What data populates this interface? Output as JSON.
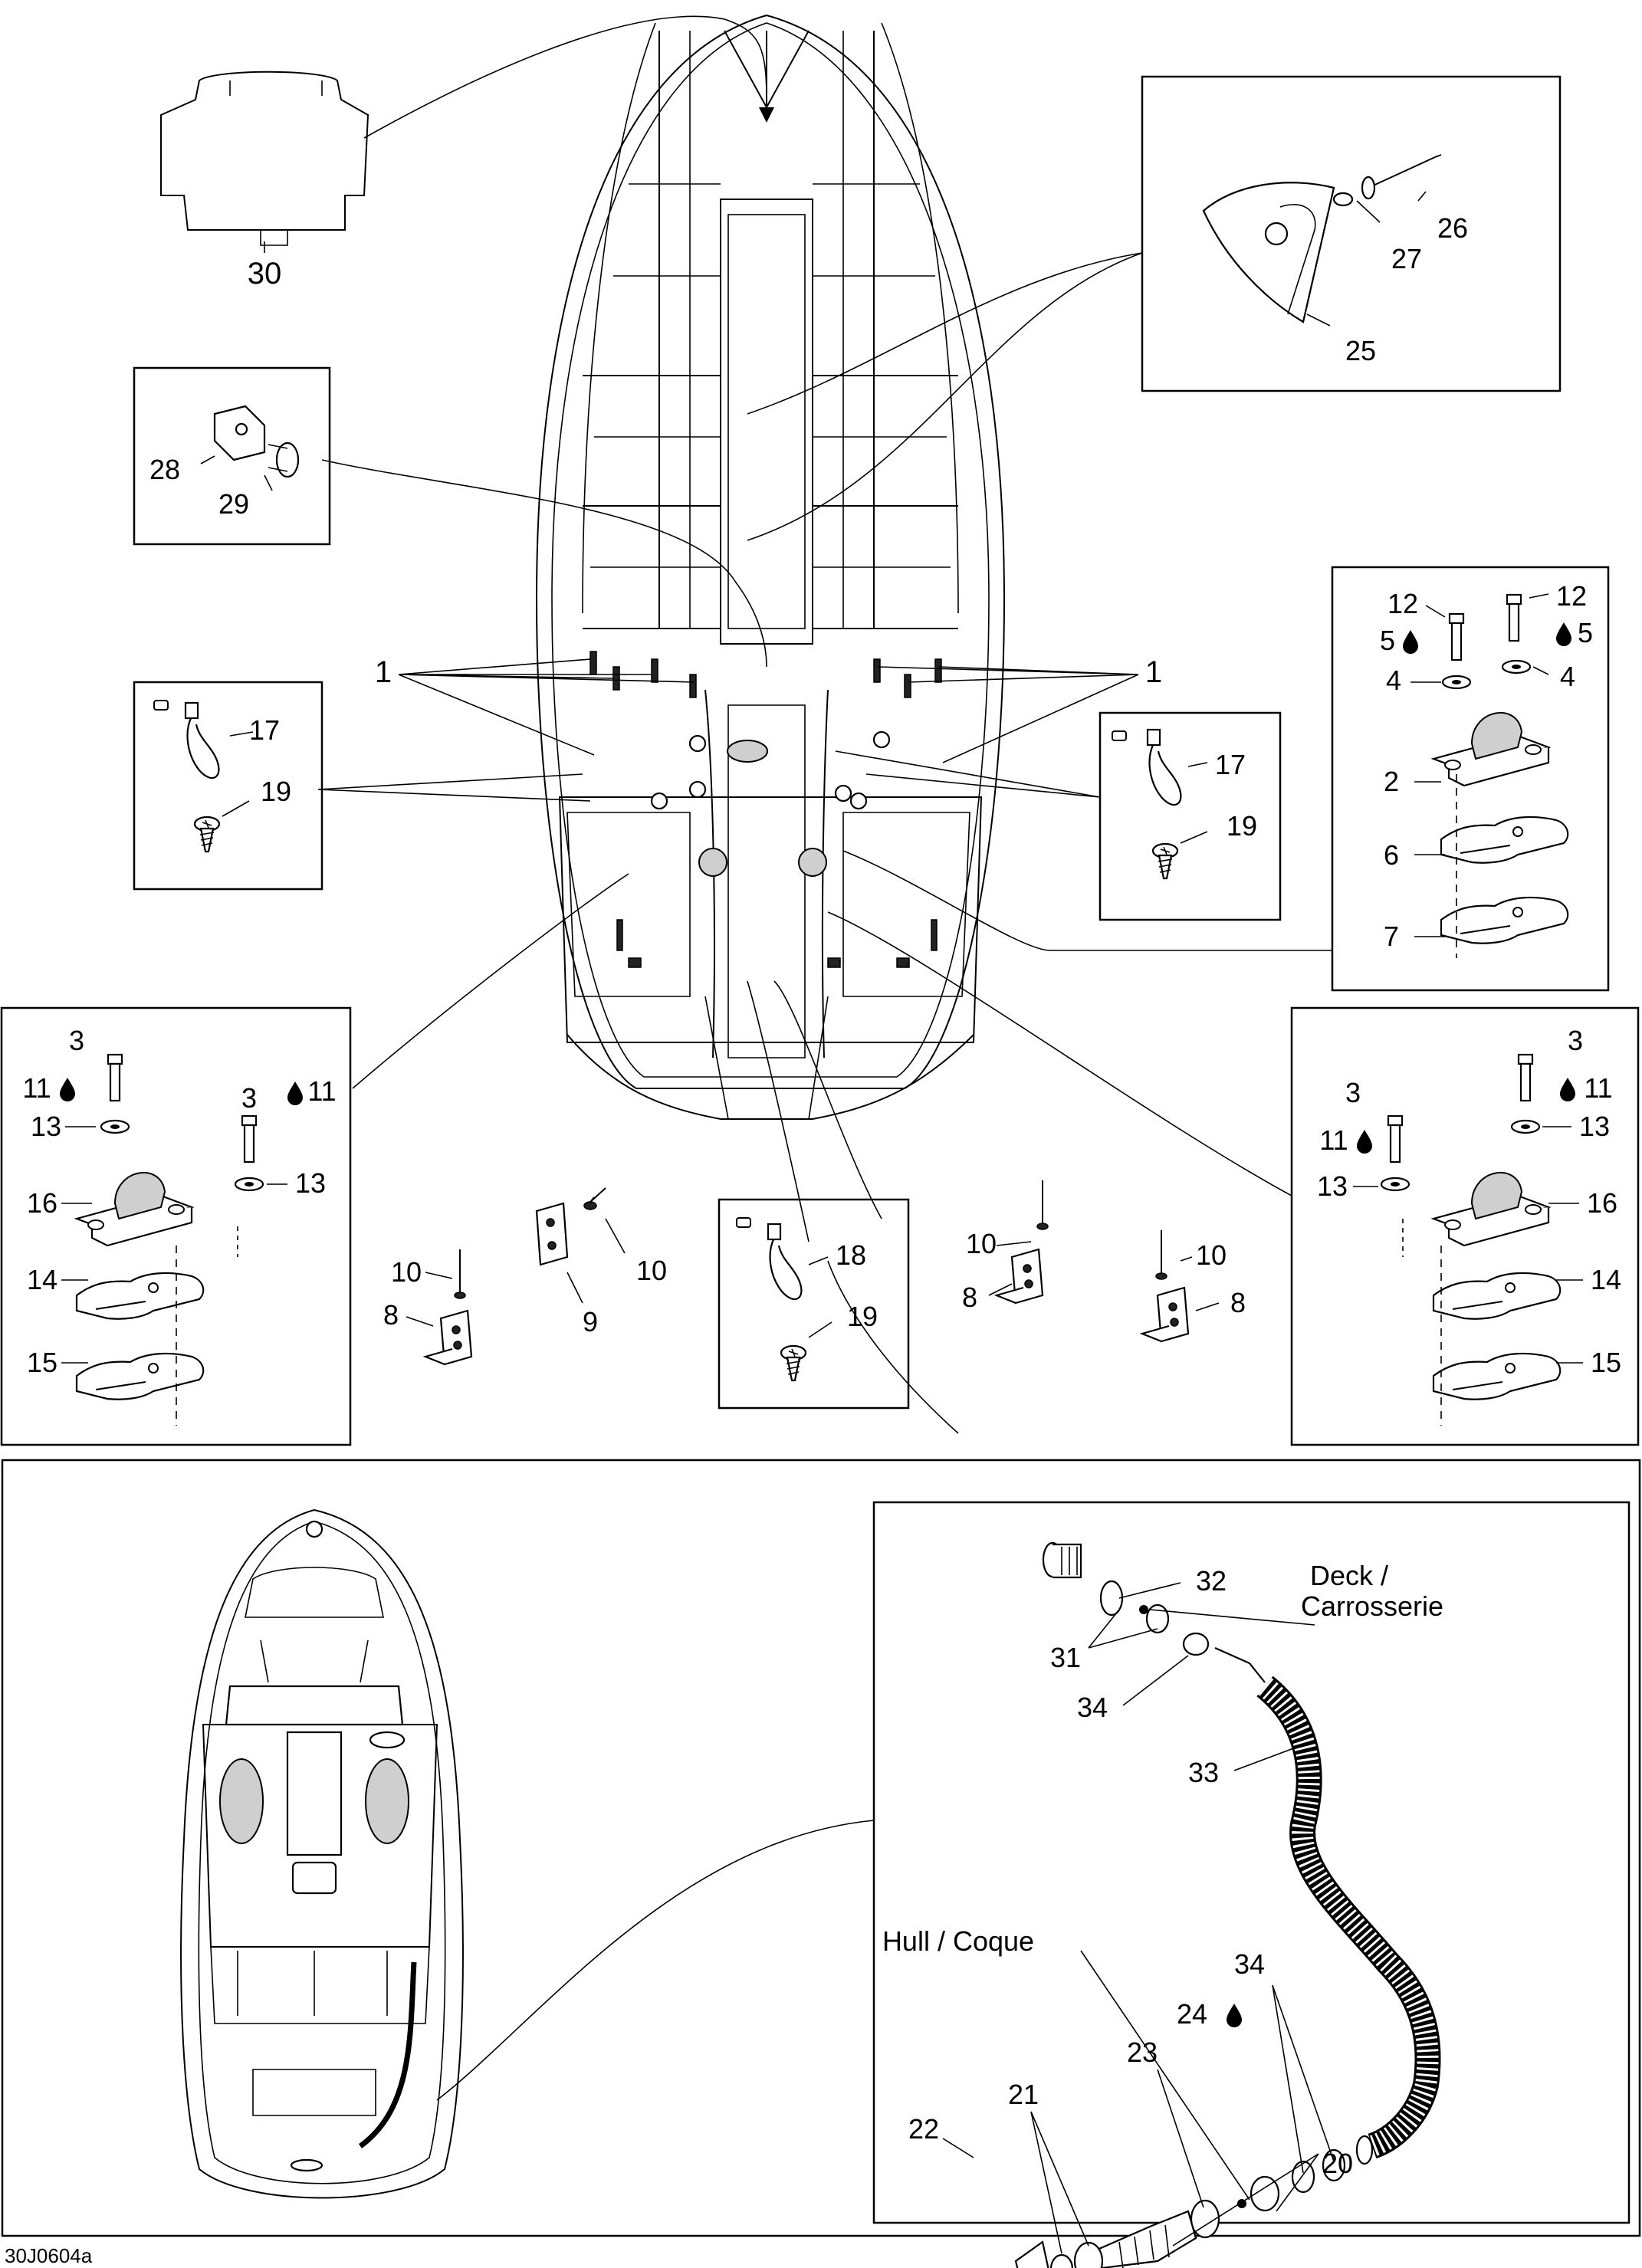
{
  "drawing": {
    "code": "30J0604a",
    "labels": {
      "deck": "Deck /",
      "deck_fr": "Carrosserie",
      "hull": "Hull / Coque"
    }
  },
  "callouts": {
    "c1": "1",
    "c2": "2",
    "c3": "3",
    "c4": "4",
    "c5": "5",
    "c6": "6",
    "c7": "7",
    "c8": "8",
    "c9": "9",
    "c10": "10",
    "c11": "11",
    "c12": "12",
    "c13": "13",
    "c14": "14",
    "c15": "15",
    "c16": "16",
    "c17": "17",
    "c18": "18",
    "c19": "19",
    "c20": "20",
    "c21": "21",
    "c22": "22",
    "c23": "23",
    "c24": "24",
    "c25": "25",
    "c26": "26",
    "c27": "27",
    "c28": "28",
    "c29": "29",
    "c30": "30",
    "c31": "31",
    "c32": "32",
    "c33": "33",
    "c34": "34"
  },
  "icons": {
    "adhesive": "drop-icon",
    "tie_wrap": "cable-tie-icon",
    "screw": "screw-icon"
  },
  "colors": {
    "line": "#000000",
    "background": "#ffffff",
    "shade": "#cfcfcf"
  }
}
